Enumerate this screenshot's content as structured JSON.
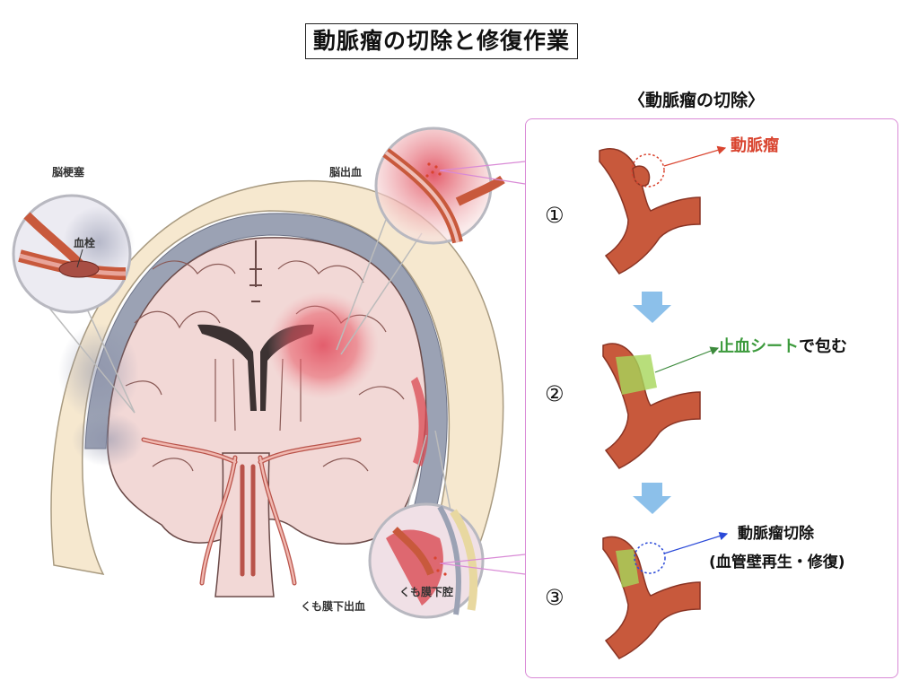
{
  "title": "動脈瘤の切除と修復作業",
  "section_title": "〈動脈瘤の切除〉",
  "brain": {
    "label_infarction": "脳梗塞",
    "label_hemorrhage": "脳出血",
    "label_thrombus": "血栓",
    "label_sah": "くも膜下出血",
    "label_subarachnoid_space": "くも膜下腔"
  },
  "steps": {
    "step1_num": "①",
    "step2_num": "②",
    "step3_num": "③",
    "aneurysm_label": "動脈瘤",
    "sheet_label_green": "止血シート",
    "sheet_label_black": "で包む",
    "excision_label": "動脈瘤切除",
    "repair_label": "(血管壁再生・修復)"
  },
  "colors": {
    "vessel": "#c8593c",
    "vessel_edge": "#8a3424",
    "aneurysm_red": "#d9442f",
    "sheet_green": "#a6d65a",
    "arrow_blue": "#8cc0ea",
    "panel_border": "#d98ad6",
    "pointer_blue": "#2a49d8"
  }
}
